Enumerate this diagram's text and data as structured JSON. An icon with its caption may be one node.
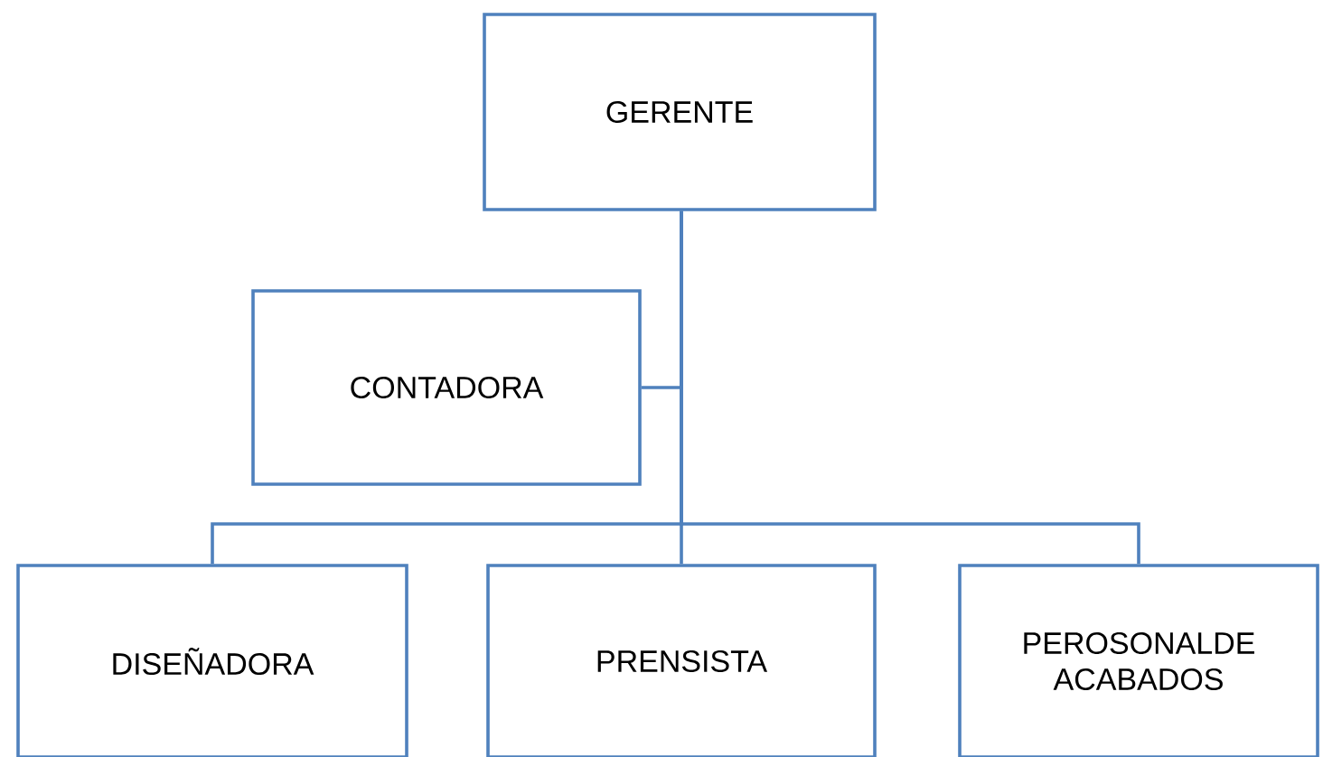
{
  "diagram": {
    "nodes": [
      {
        "text": [
          "GERENTE"
        ]
      },
      {
        "text": [
          "CONTADORA"
        ]
      },
      {
        "text": [
          "DISEÑADORA"
        ]
      },
      {
        "text": [
          "PRENSISTA"
        ]
      },
      {
        "text": [
          "PEROSONALDE ACABADOS"
        ]
      }
    ],
    "edges": [
      {
        "from": 0,
        "to": 1,
        "arrow": "none"
      },
      {
        "from": 0,
        "to": 2,
        "arrow": "none"
      },
      {
        "from": 0,
        "to": 3,
        "arrow": "none"
      },
      {
        "from": 0,
        "to": 4,
        "arrow": "none"
      }
    ]
  }
}
